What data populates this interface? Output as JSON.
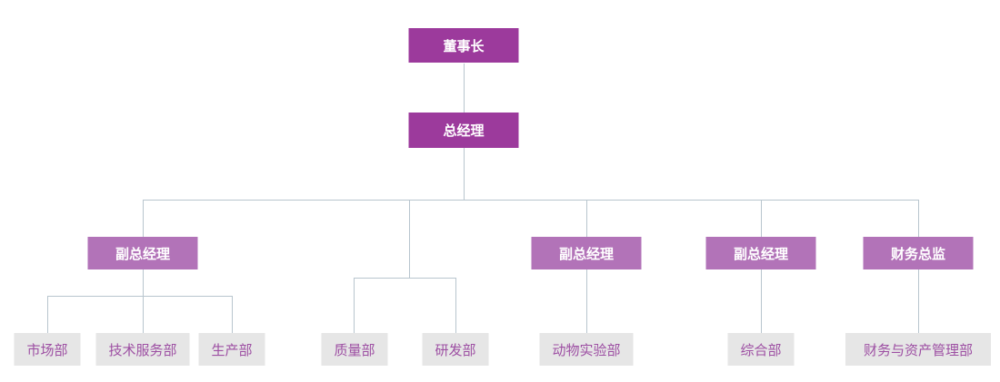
{
  "org_chart": {
    "type": "org-tree",
    "colors": {
      "executive_fill": "#9C3A9C",
      "manager_fill": "#B273B8",
      "department_fill": "#E6E6E6",
      "department_text": "#9D4FA3",
      "executive_text": "#FFFFFF",
      "connector": "#B8C5CE",
      "background": "#FFFFFF"
    },
    "nodes": [
      {
        "id": "chairman",
        "label": "董事长",
        "level": 1,
        "parent": null
      },
      {
        "id": "general-manager",
        "label": "总经理",
        "level": 2,
        "parent": "chairman"
      },
      {
        "id": "deputy-gm-1",
        "label": "副总经理",
        "level": 3,
        "parent": "general-manager"
      },
      {
        "id": "deputy-gm-2",
        "label": "副总经理",
        "level": 3,
        "parent": "general-manager"
      },
      {
        "id": "deputy-gm-3",
        "label": "副总经理",
        "level": 3,
        "parent": "general-manager"
      },
      {
        "id": "finance-director",
        "label": "财务总监",
        "level": 3,
        "parent": "general-manager"
      },
      {
        "id": "marketing-dept",
        "label": "市场部",
        "level": 4,
        "parent": "deputy-gm-1"
      },
      {
        "id": "tech-service-dept",
        "label": "技术服务部",
        "level": 4,
        "parent": "deputy-gm-1"
      },
      {
        "id": "production-dept",
        "label": "生产部",
        "level": 4,
        "parent": "deputy-gm-1"
      },
      {
        "id": "quality-dept",
        "label": "质量部",
        "level": 4,
        "parent": "general-manager"
      },
      {
        "id": "rnd-dept",
        "label": "研发部",
        "level": 4,
        "parent": "general-manager"
      },
      {
        "id": "animal-lab-dept",
        "label": "动物实验部",
        "level": 4,
        "parent": "deputy-gm-2"
      },
      {
        "id": "general-affairs-dept",
        "label": "综合部",
        "level": 4,
        "parent": "deputy-gm-3"
      },
      {
        "id": "finance-asset-dept",
        "label": "财务与资产管理部",
        "level": 4,
        "parent": "finance-director"
      }
    ]
  }
}
